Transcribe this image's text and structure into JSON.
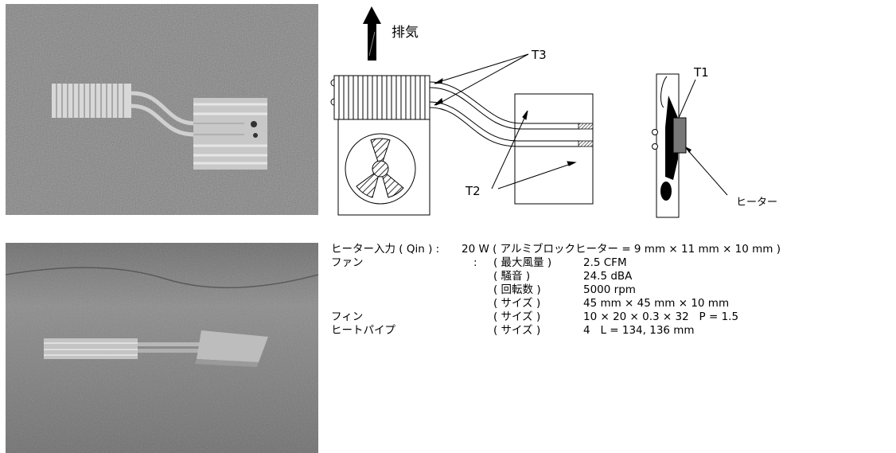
{
  "diagram": {
    "exhaust_label": "排気",
    "t3_label": "T3",
    "t2_label": "T2",
    "t1_label": "T1",
    "heater_label": "ヒーター"
  },
  "specs": {
    "heater": {
      "label": "ヒーター入力 ( Qin ) :",
      "value": "20 W ( アルミブロックヒーター = 9 mm × 11 mm × 10 mm )"
    },
    "fan": {
      "label": "ファン",
      "colon": ":",
      "rows": [
        {
          "param": "( 最大風量 )",
          "value": "2.5 CFM"
        },
        {
          "param": "( 騒音 )",
          "value": "24.5 dBA"
        },
        {
          "param": "( 回転数 )",
          "value": "5000 rpm"
        },
        {
          "param": "( サイズ )",
          "value": "45 mm × 45 mm × 10 mm"
        }
      ]
    },
    "fin": {
      "label": "フィン",
      "param": "( サイズ )",
      "value": "10 × 20 × 0.3 × 32   P = 1.5"
    },
    "heatpipe": {
      "label": "ヒートパイプ",
      "param": "( サイズ )",
      "value": "4   L = 134, 136 mm"
    }
  }
}
